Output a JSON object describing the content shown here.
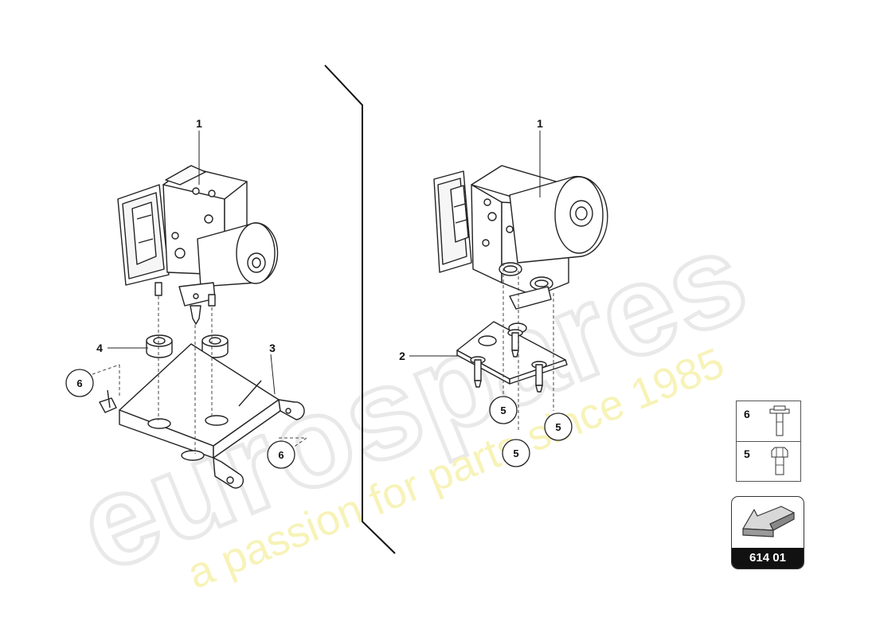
{
  "watermark": {
    "brand": "eurospares",
    "tagline": "a passion for parts since 1985"
  },
  "left_view": {
    "label_unit": "1",
    "label_mount": "4",
    "label_bracket": "3",
    "label_screw_a": "6",
    "label_screw_b": "6"
  },
  "right_view": {
    "label_unit": "1",
    "label_bracket": "2",
    "label_bolt_a": "5",
    "label_bolt_b": "5",
    "label_bolt_c": "5"
  },
  "legend": {
    "row1_number": "6",
    "row1_icon": "flange-screw-icon",
    "row2_number": "5",
    "row2_icon": "hex-bolt-icon"
  },
  "reference": {
    "code": "614 01",
    "icon": "direction-arrow-icon"
  }
}
